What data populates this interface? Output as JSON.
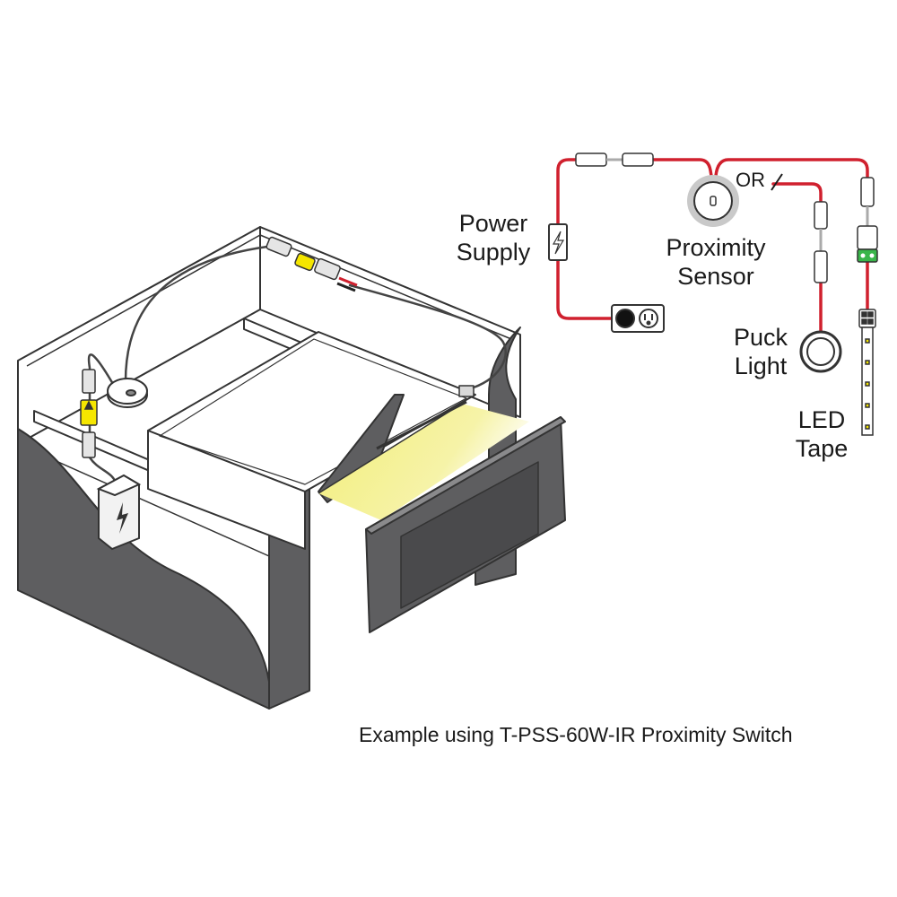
{
  "labels": {
    "power_supply": [
      "Power",
      "Supply"
    ],
    "proximity_sensor": [
      "Proximity",
      "Sensor"
    ],
    "puck_light": [
      "Puck",
      "Light"
    ],
    "led_tape": [
      "LED",
      "Tape"
    ],
    "or": "OR"
  },
  "caption": "Example using T-PSS-60W-IR Proximity Switch",
  "colors": {
    "wire": "#d0202e",
    "cabinet_dark": "#5e5e60",
    "cabinet_line": "#333333",
    "light_glow": "#f2ee78",
    "connector_yellow": "#f5e600",
    "tape_green": "#39b54a"
  },
  "icons": [
    "lightning-icon",
    "outlet-icon",
    "sensor-icon",
    "puck-light-icon",
    "led-tape-icon"
  ]
}
